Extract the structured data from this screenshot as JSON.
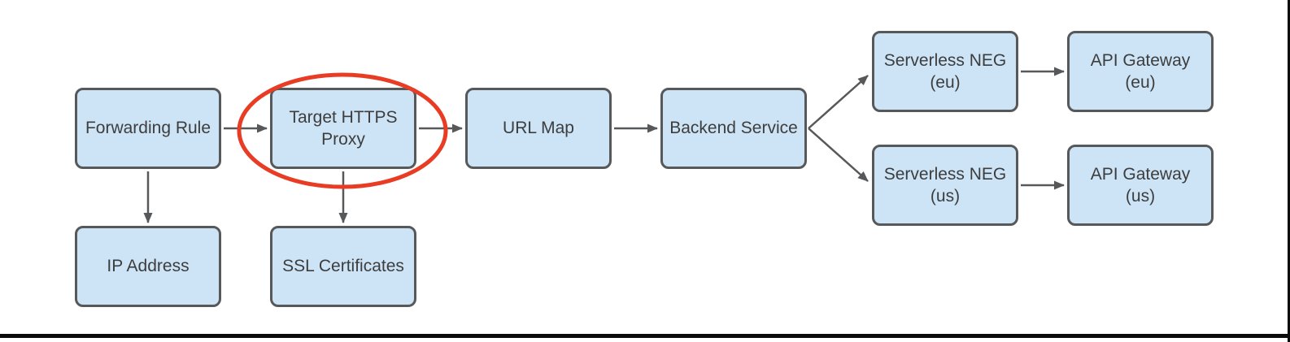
{
  "diagram": {
    "nodes": {
      "forwarding_rule": {
        "label": "Forwarding Rule"
      },
      "target_https_proxy": {
        "line1": "Target HTTPS",
        "line2": "Proxy"
      },
      "url_map": {
        "label": "URL Map"
      },
      "backend_service": {
        "label": "Backend Service"
      },
      "serverless_neg_eu": {
        "line1": "Serverless NEG",
        "line2": "(eu)"
      },
      "api_gateway_eu": {
        "line1": "API Gateway",
        "line2": "(eu)"
      },
      "serverless_neg_us": {
        "line1": "Serverless NEG",
        "line2": "(us)"
      },
      "api_gateway_us": {
        "line1": "API Gateway",
        "line2": "(us)"
      },
      "ip_address": {
        "label": "IP Address"
      },
      "ssl_certificates": {
        "label": "SSL Certificates"
      }
    },
    "edges": [
      {
        "from": "Forwarding Rule",
        "to": "Target HTTPS Proxy"
      },
      {
        "from": "Target HTTPS Proxy",
        "to": "URL Map"
      },
      {
        "from": "URL Map",
        "to": "Backend Service"
      },
      {
        "from": "Backend Service",
        "to": "Serverless NEG (eu)"
      },
      {
        "from": "Backend Service",
        "to": "Serverless NEG (us)"
      },
      {
        "from": "Serverless NEG (eu)",
        "to": "API Gateway (eu)"
      },
      {
        "from": "Serverless NEG (us)",
        "to": "API Gateway (us)"
      },
      {
        "from": "Forwarding Rule",
        "to": "IP Address"
      },
      {
        "from": "Target HTTPS Proxy",
        "to": "SSL Certificates"
      }
    ],
    "annotations": [
      {
        "type": "ellipse-highlight",
        "target": "Target HTTPS Proxy",
        "color": "#e83c25"
      }
    ],
    "colors": {
      "node_fill": "#cde4f6",
      "node_border": "#56585a",
      "arrow": "#56585a",
      "highlight": "#e83c25",
      "text": "#3d3d3d",
      "page_edge": "#0b0b0b"
    }
  }
}
